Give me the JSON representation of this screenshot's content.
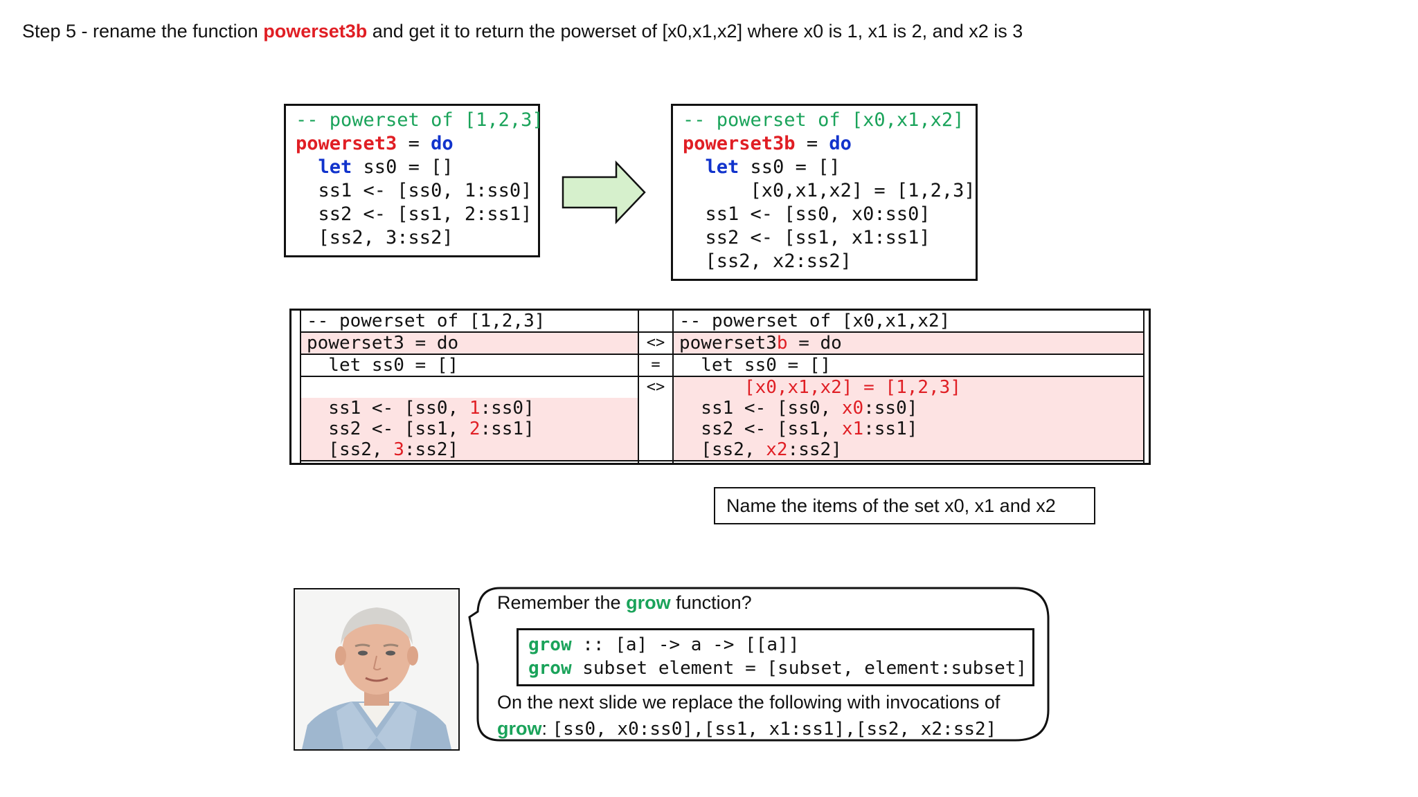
{
  "title": {
    "prefix": "Step 5 - rename the function ",
    "function_name": "powerset3b",
    "suffix": " and get it to return the powerset of [x0,x1,x2] where x0 is 1, x1 is 2, and x2 is 3"
  },
  "left_code": {
    "comment": "-- powerset of [1,2,3]",
    "fn_name": "powerset3",
    "eq": " = ",
    "do_kw": "do",
    "let_kw": "let",
    "let_rest": " ss0 = []",
    "line_ss1": "  ss1 <- [ss0, 1:ss0]",
    "line_ss2": "  ss2 <- [ss1, 2:ss1]",
    "line_result": "  [ss2, 3:ss2]"
  },
  "right_code": {
    "comment": "-- powerset of [x0,x1,x2]",
    "fn_name": "powerset3b",
    "eq": " = ",
    "do_kw": "do",
    "let_kw": "let",
    "let_rest": " ss0 = []",
    "line_bind": "      [x0,x1,x2] = [1,2,3]",
    "line_ss1": "  ss1 <- [ss0, x0:ss0]",
    "line_ss2": "  ss2 <- [ss1, x1:ss1]",
    "line_result": "  [ss2, x2:ss2]"
  },
  "diff": {
    "markers": [
      "<>",
      "=",
      "<>"
    ],
    "left": {
      "comment": "-- powerset of [1,2,3]",
      "fn_line": "powerset3 = do",
      "let_line": "  let ss0 = []",
      "ss1_a": "  ss1 <- [ss0, ",
      "ss1_b": "1",
      "ss1_c": ":ss0]",
      "ss2_a": "  ss2 <- [ss1, ",
      "ss2_b": "2",
      "ss2_c": ":ss1]",
      "res_a": "  [ss2, ",
      "res_b": "3",
      "res_c": ":ss2]"
    },
    "right": {
      "comment": "-- powerset of [x0,x1,x2]",
      "fn_a": "powerset3",
      "fn_b": "b",
      "fn_c": " = do",
      "let_line": "  let ss0 = []",
      "bind_line": "      [x0,x1,x2] = [1,2,3]",
      "ss1_a": "  ss1 <- [ss0, ",
      "ss1_b": "x0",
      "ss1_c": ":ss0]",
      "ss2_a": "  ss2 <- [ss1, ",
      "ss2_b": "x1",
      "ss2_c": ":ss1]",
      "res_a": "  [ss2, ",
      "res_b": "x2",
      "res_c": ":ss2]"
    }
  },
  "note": "Name the items of the set  x0, x1 and x2",
  "bubble": {
    "line1_a": "Remember the ",
    "line1_grow": "grow",
    "line1_b": " function?",
    "code1_grow": "grow",
    "code1_rest": " :: [a] -> a -> [[a]]",
    "code2_grow": "grow",
    "code2_rest": " subset element = [subset, element:subset]",
    "line2": "On the next slide we replace the following with invocations of",
    "line3_grow": "grow",
    "line3_colon": ": ",
    "line3_code": "[ss0, x0:ss0],[ss1, x1:ss1],[ss2, x2:ss2]"
  },
  "colors": {
    "highlight_red": "#e01e24",
    "comment_green": "#1aa35a",
    "keyword_blue": "#1133cc",
    "diff_pink": "#fde3e3",
    "arrow_fill": "#d6f0cc"
  }
}
